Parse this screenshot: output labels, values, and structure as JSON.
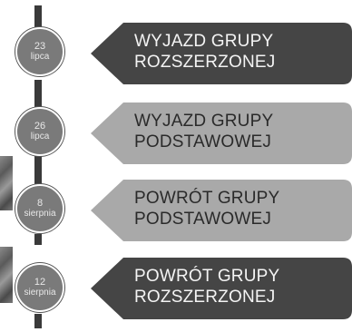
{
  "colors": {
    "dark_arrow": "#454545",
    "light_arrow": "#a9a9a9",
    "circle": "#7a7a7a",
    "timeline": "#3a3a3a"
  },
  "events": [
    {
      "day": "23",
      "month": "lipca",
      "line1": "WYJAZD GRUPY",
      "line2": "ROZSZERZONEJ",
      "style": "dark"
    },
    {
      "day": "26",
      "month": "lipca",
      "line1": "WYJAZD GRUPY",
      "line2": "PODSTAWOWEJ",
      "style": "light"
    },
    {
      "day": "8",
      "month": "sierpnia",
      "line1": "POWRÓT GRUPY",
      "line2": "PODSTAWOWEJ",
      "style": "light"
    },
    {
      "day": "12",
      "month": "sierpnia",
      "line1": "POWRÓT GRUPY",
      "line2": "ROZSZERZONEJ",
      "style": "dark"
    }
  ]
}
